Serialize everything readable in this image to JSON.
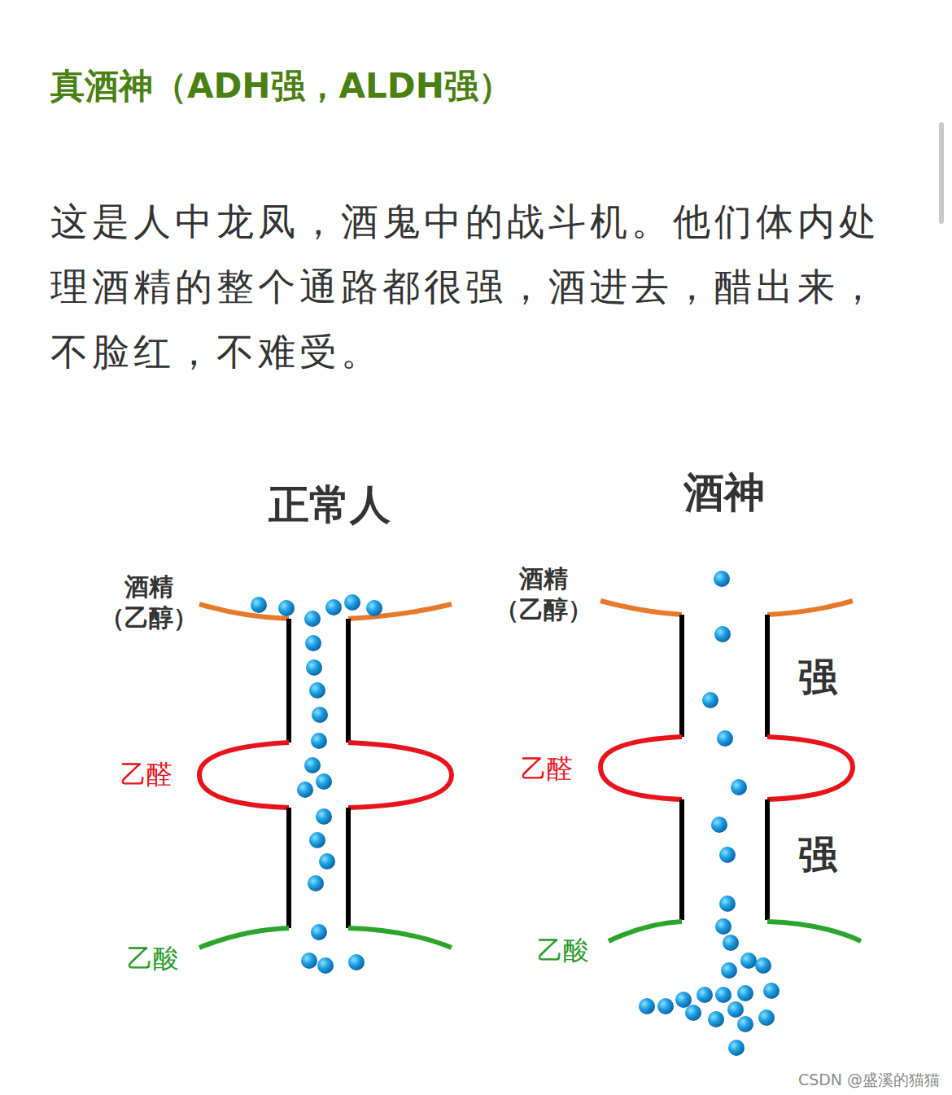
{
  "diagram": {
    "title": "真酒神（ADH强，ALDH强）",
    "labels": [
      "这是人中龙凤，酒鬼中的战斗机。他们体内处理酒精的整个通路都很强，酒进去，醋出来，不脸红，不难受。",
      "正常人",
      "酒神",
      "酒精 （乙醇）",
      "酒精 （乙醇）",
      "强",
      "乙醛",
      "乙醛",
      "强",
      "乙酸",
      "乙酸",
      "CSDN @盛溪的猫猫"
    ]
  }
}
